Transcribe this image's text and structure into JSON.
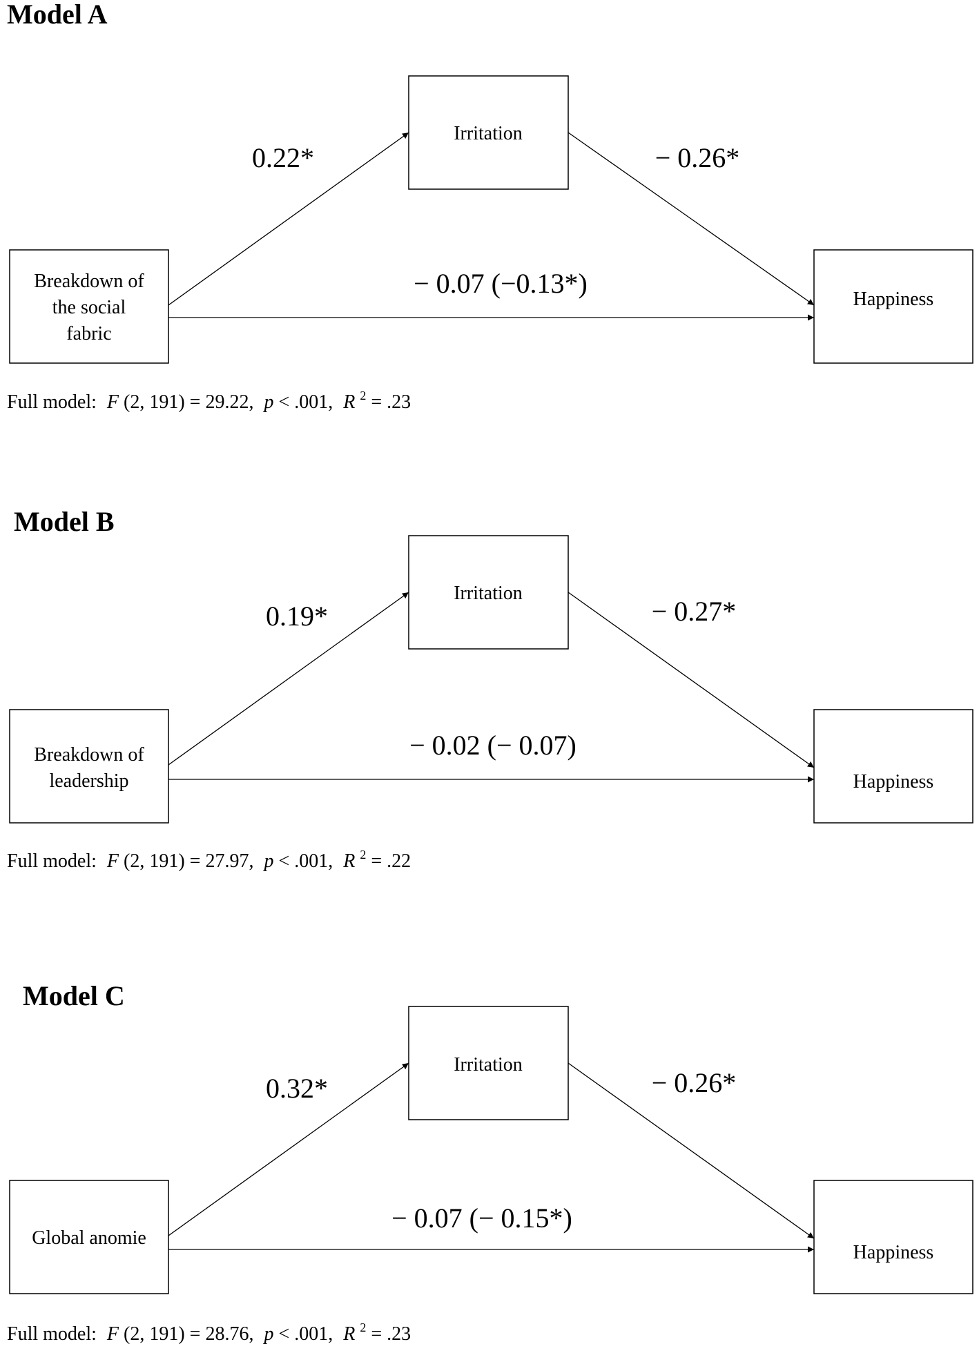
{
  "models": [
    {
      "title": "Model A",
      "predictor_lines": [
        "Breakdown of",
        "the social",
        "fabric"
      ],
      "mediator": "Irritation",
      "outcome": "Happiness",
      "path_a": "0.22*",
      "path_b": "− 0.26*",
      "path_c": "− 0.07 (−0.13*)",
      "fit": {
        "label": "Full model:",
        "F": "F",
        "F_args": "(2, 191) = 29.22,",
        "p": "p",
        "p_val": " < .001,",
        "R": "R",
        "R_sup": "2",
        "R_val": " = .23"
      }
    },
    {
      "title": "Model B",
      "predictor_lines": [
        "Breakdown of",
        "leadership"
      ],
      "mediator": "Irritation",
      "outcome": "Happiness",
      "path_a": "0.19*",
      "path_b": "− 0.27*",
      "path_c": "− 0.02 (− 0.07)",
      "fit": {
        "label": "Full model:",
        "F": "F",
        "F_args": "(2, 191) = 27.97,",
        "p": "p",
        "p_val": " < .001,",
        "R": "R",
        "R_sup": "2",
        "R_val": " = .22"
      }
    },
    {
      "title": "Model C",
      "predictor_lines": [
        "Global anomie"
      ],
      "mediator": "Irritation",
      "outcome": "Happiness",
      "path_a": "0.32*",
      "path_b": "− 0.26*",
      "path_c": "− 0.07 (− 0.15*)",
      "fit": {
        "label": "Full model:",
        "F": "F",
        "F_args": "(2, 191) = 28.76,",
        "p": "p",
        "p_val": " < .001,",
        "R": "R",
        "R_sup": "2",
        "R_val": " = .23"
      }
    }
  ]
}
